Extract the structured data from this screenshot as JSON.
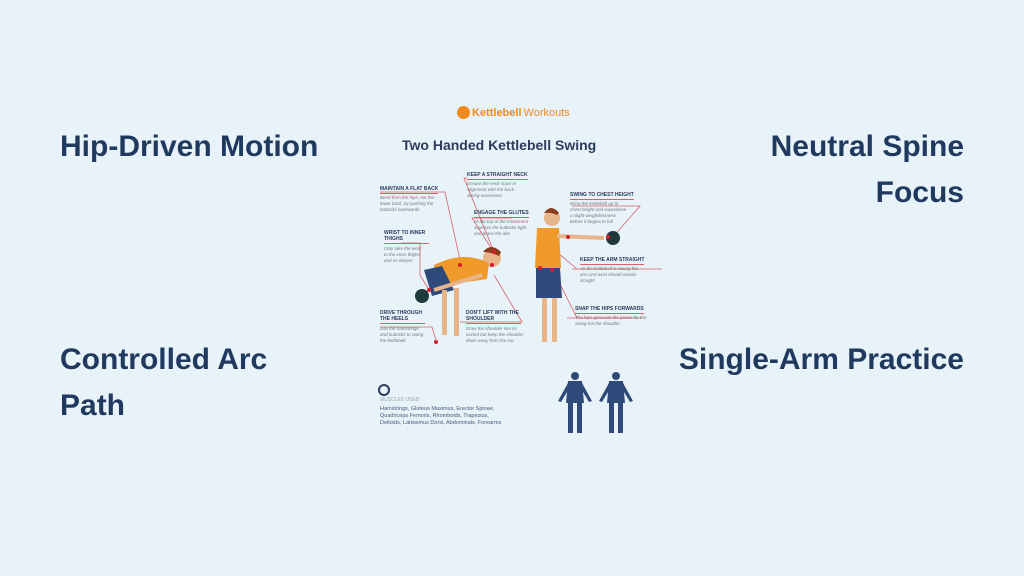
{
  "headings": {
    "top_left": "Hip-Driven Motion",
    "top_right": "Neutral Spine Focus",
    "bottom_left": "Controlled Arc Path",
    "bottom_right": "Single-Arm Practice"
  },
  "infographic": {
    "brand_bold": "Kettlebell",
    "brand_light": "Workouts",
    "title": "Two Handed Kettlebell Swing",
    "tips": [
      {
        "label": "MAINTAIN A FLAT BACK",
        "desc": "Bend from the hips, not the lower back, by pushing the buttocks backwards"
      },
      {
        "label": "KEEP A STRAIGHT NECK",
        "desc": "Ensure the neck stays in alignment with the back during movement"
      },
      {
        "label": "ENGAGE THE GLUTES",
        "desc": "At the top of the movement squeeze the buttocks tight and brace the abs"
      },
      {
        "label": "WRIST TO INNER THIGHS",
        "desc": "Only take the wrist to the inner thighs and no deeper"
      },
      {
        "label": "SWING TO CHEST HEIGHT",
        "desc": "Bring the kettlebell up to chest height and experience a slight weightlessness before it begins to fall"
      },
      {
        "label": "KEEP THE ARM STRAIGHT",
        "desc": "As the kettlebell is swung the arm and wrist should remain straight"
      },
      {
        "label": "DRIVE THROUGH THE HEELS",
        "desc": "Use the hamstrings and buttocks to swing the kettlebell"
      },
      {
        "label": "DON'T LIFT WITH THE SHOULDER",
        "desc": "Draw the shoulder into its socket but keep the shoulder down away from the ear"
      },
      {
        "label": "SNAP THE HIPS FORWARDS",
        "desc": "The hips generate the power for the swing not the shoulder"
      }
    ],
    "muscles_title": "MUSCLES USED",
    "muscles": "Hamstrings, Gluteus Maximus, Erector Spinae, Quadriceps Femoris, Rhomboids, Trapezius, Deltoids, Latissimus Dorsi, Abdominals, Forearms"
  },
  "colors": {
    "background": "#e8f2f9",
    "heading": "#1f3a5e",
    "accent": "#f08a1c",
    "line": "#d9606a"
  }
}
